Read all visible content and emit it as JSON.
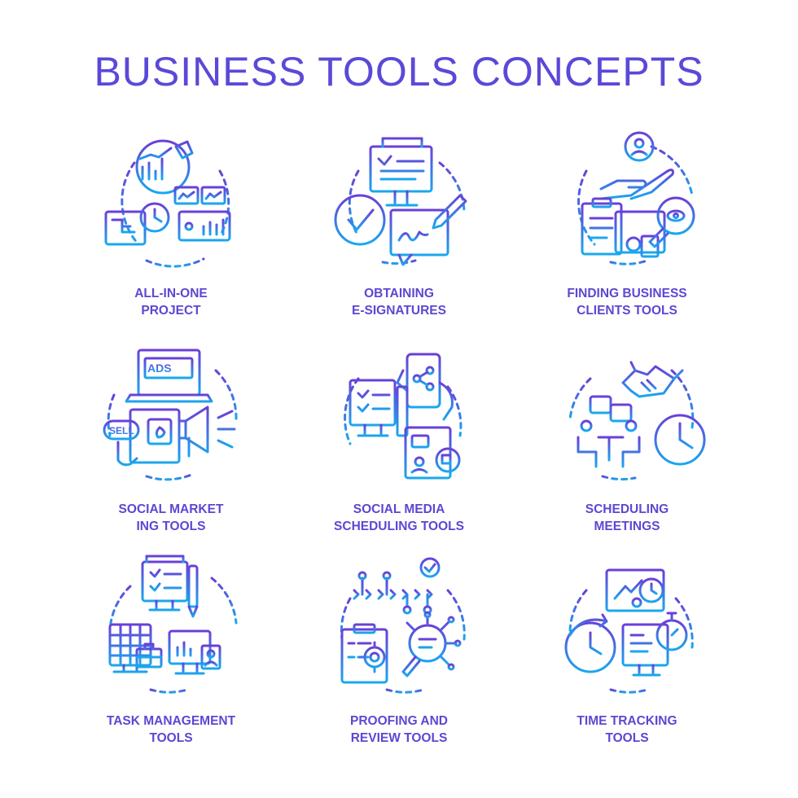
{
  "title": "BUSINESS TOOLS CONCEPTS",
  "colors": {
    "gradient_top": "#6a3fd8",
    "gradient_bottom": "#1aa7ee",
    "label": "#5b48d2",
    "title": "#5a49d8"
  },
  "concepts": [
    {
      "icon": "project-dashboard-icon",
      "line1": "ALL-IN-ONE",
      "line2": "PROJECT"
    },
    {
      "icon": "e-signature-icon",
      "line1": "OBTAINING",
      "line2": "E-SIGNATURES"
    },
    {
      "icon": "find-clients-icon",
      "line1": "FINDING BUSINESS",
      "line2": "CLIENTS TOOLS"
    },
    {
      "icon": "social-marketing-icon",
      "line1": "SOCIAL MARKET",
      "line2": "ING TOOLS"
    },
    {
      "icon": "social-media-scheduling-icon",
      "line1": "SOCIAL MEDIA",
      "line2": "SCHEDULING TOOLS"
    },
    {
      "icon": "scheduling-meetings-icon",
      "line1": "SCHEDULING",
      "line2": "MEETINGS"
    },
    {
      "icon": "task-management-icon",
      "line1": "TASK MANAGEMENT",
      "line2": "TOOLS"
    },
    {
      "icon": "proofing-review-icon",
      "line1": "PROOFING AND",
      "line2": "REVIEW TOOLS"
    },
    {
      "icon": "time-tracking-icon",
      "line1": "TIME TRACKING",
      "line2": "TOOLS"
    }
  ],
  "icon_text": {
    "ads": "ADS",
    "sell": "SELL"
  }
}
